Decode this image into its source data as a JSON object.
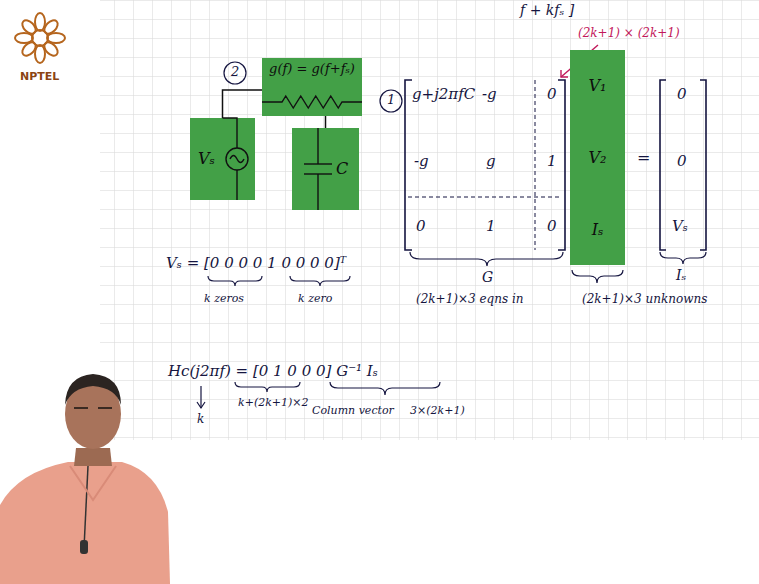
{
  "diagram": {
    "nodes": [
      {
        "text": [
          "Vₛ"
        ]
      },
      {
        "text": [
          "g(f) = g(f+fₛ)"
        ]
      },
      {
        "text": [
          "C"
        ]
      },
      {
        "text": [
          "V₁",
          "V₂",
          "Iₛ"
        ]
      }
    ],
    "edges": [
      {
        "from": 0,
        "to": 1,
        "arrow": "none"
      },
      {
        "from": 1,
        "to": 2,
        "arrow": "none"
      }
    ],
    "labels": [
      "NPTEL",
      "f + kfₛ ]",
      "2",
      "1",
      "(2k+1) × (2k+1)",
      "g+j2πfC",
      "-g",
      "0",
      "-g",
      "g",
      "1",
      "0",
      "1",
      "0",
      "=",
      "0",
      "0",
      "Vₛ",
      "G",
      "Iₛ",
      "(2k+1)×3 eqns in",
      "(2k+1)×3 unknowns",
      "Vₛ = [0 0 0 0 1 0 0 0 0]ᵀ",
      "k zeros",
      "k zero",
      "Hc(j2πf) = [0 1 0 0 0] G⁻¹ Iₛ",
      "k",
      "k+(2k+1)×2",
      "Column vector",
      "3×(2k+1)"
    ]
  }
}
